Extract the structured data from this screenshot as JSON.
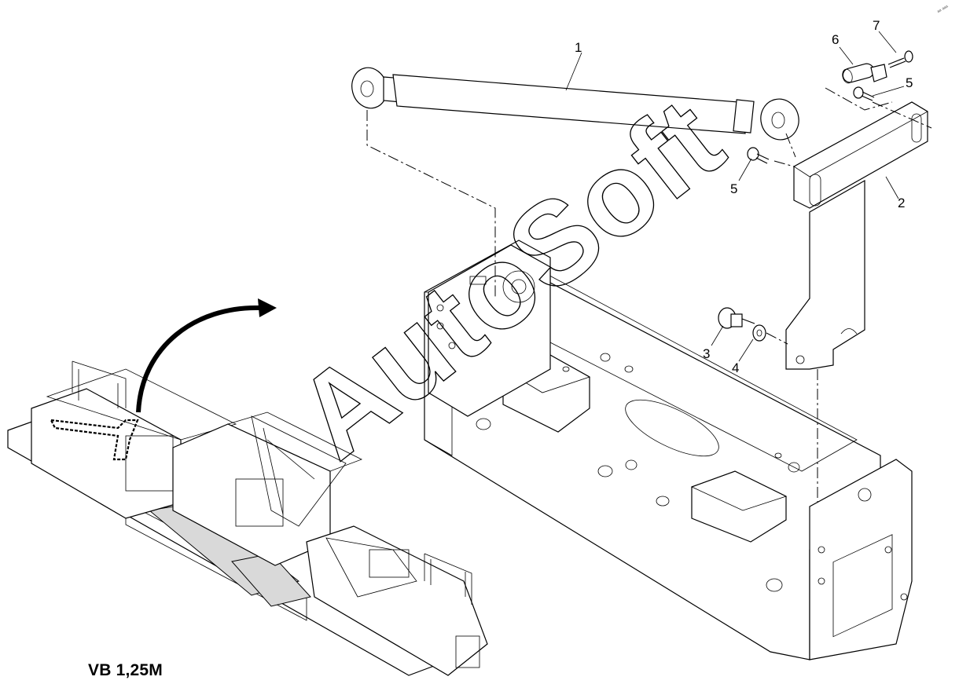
{
  "caption": "VB 1,25M",
  "watermark": "AutoSoft",
  "corner_mark": "ᵃᵃ ᵃᵃᵃ",
  "callouts": [
    {
      "id": "callout-1",
      "label": "1"
    },
    {
      "id": "callout-2",
      "label": "2"
    },
    {
      "id": "callout-3",
      "label": "3"
    },
    {
      "id": "callout-4",
      "label": "4"
    },
    {
      "id": "callout-5a",
      "label": "5"
    },
    {
      "id": "callout-5b",
      "label": "5"
    },
    {
      "id": "callout-6",
      "label": "6"
    },
    {
      "id": "callout-7",
      "label": "7"
    }
  ]
}
